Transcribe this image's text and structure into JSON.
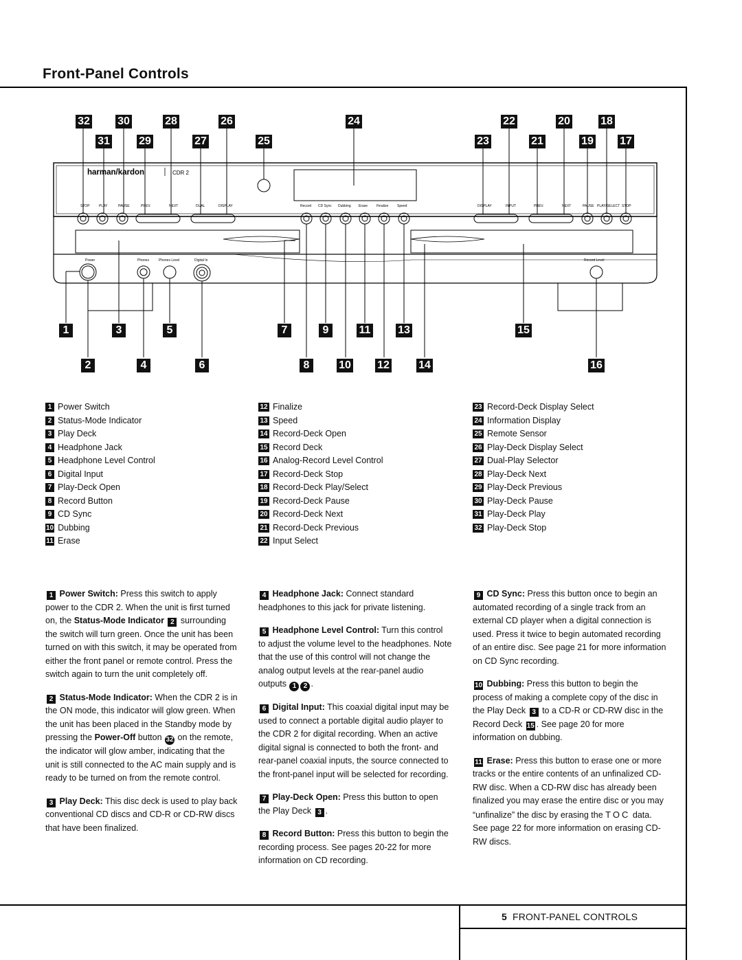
{
  "page": {
    "title": "Front-Panel Controls",
    "footer_num": "5",
    "footer_text": "FRONT-PANEL CONTROLS"
  },
  "diagram": {
    "brand": "harman/kardon",
    "model": "CDR 2",
    "left_buttons": [
      "STOP",
      "PLAY",
      "PAUSE",
      "PREV.",
      "NEXT",
      "DUAL",
      "DISPLAY"
    ],
    "center_buttons": [
      "Record",
      "CD Sync",
      "Dubbing",
      "Erase",
      "Finalize",
      "Speed"
    ],
    "right_buttons": [
      "DISPLAY",
      "INPUT",
      "PREV.",
      "NEXT",
      "PAUSE",
      "PLAY/SELECT",
      "STOP"
    ],
    "bottom_left": [
      "Power",
      "Phones",
      "Phones Level",
      "Digital In"
    ],
    "record_level": "Record Level",
    "callouts_top": [
      "32",
      "30",
      "28",
      "26",
      "24",
      "22",
      "20",
      "18"
    ],
    "callouts_top2": [
      "31",
      "29",
      "27",
      "25",
      "23",
      "21",
      "19",
      "17"
    ],
    "callouts_bot1": [
      "1",
      "3",
      "5",
      "7",
      "9",
      "11",
      "13",
      "15"
    ],
    "callouts_bot2": [
      "2",
      "4",
      "6",
      "8",
      "10",
      "12",
      "14",
      "16"
    ]
  },
  "legend": {
    "col1": [
      {
        "n": "1",
        "t": "Power Switch"
      },
      {
        "n": "2",
        "t": "Status-Mode Indicator"
      },
      {
        "n": "3",
        "t": "Play Deck"
      },
      {
        "n": "4",
        "t": "Headphone Jack"
      },
      {
        "n": "5",
        "t": "Headphone Level Control"
      },
      {
        "n": "6",
        "t": "Digital Input"
      },
      {
        "n": "7",
        "t": "Play-Deck Open"
      },
      {
        "n": "8",
        "t": "Record Button"
      },
      {
        "n": "9",
        "t": "CD Sync"
      },
      {
        "n": "10",
        "t": "Dubbing"
      },
      {
        "n": "11",
        "t": "Erase"
      }
    ],
    "col2": [
      {
        "n": "12",
        "t": "Finalize"
      },
      {
        "n": "13",
        "t": "Speed"
      },
      {
        "n": "14",
        "t": "Record-Deck Open"
      },
      {
        "n": "15",
        "t": "Record Deck"
      },
      {
        "n": "16",
        "t": "Analog-Record Level Control"
      },
      {
        "n": "17",
        "t": "Record-Deck Stop"
      },
      {
        "n": "18",
        "t": "Record-Deck Play/Select"
      },
      {
        "n": "19",
        "t": "Record-Deck Pause"
      },
      {
        "n": "20",
        "t": "Record-Deck Next"
      },
      {
        "n": "21",
        "t": "Record-Deck Previous"
      },
      {
        "n": "22",
        "t": "Input Select"
      }
    ],
    "col3": [
      {
        "n": "23",
        "t": "Record-Deck Display Select"
      },
      {
        "n": "24",
        "t": "Information Display"
      },
      {
        "n": "25",
        "t": "Remote Sensor"
      },
      {
        "n": "26",
        "t": "Play-Deck Display Select"
      },
      {
        "n": "27",
        "t": "Dual-Play Selector"
      },
      {
        "n": "28",
        "t": "Play-Deck Next"
      },
      {
        "n": "29",
        "t": "Play-Deck Previous"
      },
      {
        "n": "30",
        "t": "Play-Deck Pause"
      },
      {
        "n": "31",
        "t": "Play-Deck Play"
      },
      {
        "n": "32",
        "t": "Play-Deck Stop"
      }
    ]
  },
  "text": {
    "c1p1_hd": "Power Switch:",
    "c1p1_a": " Press this switch to apply power to the CDR 2. When the unit is first turned on, the ",
    "c1p1_bold": "Status-Mode Indicator",
    "c1p1_b": " surrounding the switch will turn green. Once the unit has been turned on with this switch, it may be operated from either the front panel or remote control. Press the switch again to turn the unit completely off.",
    "c1p2_hd": "Status-Mode Indicator:",
    "c1p2_a": " When the CDR 2 is in the ON mode, this indicator will glow green. When the unit has been placed in the Standby mode by pressing the ",
    "c1p2_bold": "Power-Off",
    "c1p2_b": " button ",
    "c1p2_c": " on the remote, the indicator will glow amber, indicating that the unit is still connected to the AC main supply and is ready to be turned on from the remote control.",
    "c1p3_hd": "Play Deck:",
    "c1p3_a": " This disc deck is used to play back conventional CD discs and CD-R or CD-RW discs that have been finalized.",
    "c2p1_hd": "Headphone Jack:",
    "c2p1_a": " Connect standard headphones to this jack for private listening.",
    "c2p2_hd": "Headphone Level Control:",
    "c2p2_a": " Turn this control to adjust the volume level to the headphones. Note that the use of this control will not change the analog output levels at the rear-panel audio outputs ",
    "c2p3_hd": "Digital Input:",
    "c2p3_a": " This coaxial digital input may be used to connect a portable digital audio player to the CDR 2 for digital recording. When an active digital signal is connected to both the front- and rear-panel coaxial inputs, the source connected to the front-panel input will be selected for recording.",
    "c2p4_hd": "Play-Deck Open:",
    "c2p4_a": " Press this button to open the Play Deck ",
    "c2p5_hd": "Record Button:",
    "c2p5_a": " Press this button to begin the recording process. See pages 20-22 for more information on CD recording.",
    "c3p1_hd": "CD Sync:",
    "c3p1_a": " Press this button once to begin an automated recording of a single track from an external CD player when a digital connection is used. Press it twice to begin automated recording of an entire disc. See page 21 for more information on CD Sync recording.",
    "c3p2_hd": "Dubbing:",
    "c3p2_a": " Press this button to begin the process of making a complete copy of the disc in the Play Deck ",
    "c3p2_b": " to a CD-R or CD-RW disc in the Record Deck ",
    "c3p2_c": ". See page 20 for more information on dubbing.",
    "c3p3_hd": "Erase:",
    "c3p3_a": " Press this button to erase one or more tracks or the entire contents of an unfinalized CD-RW disc. When a CD-RW disc has already been finalized you may erase the entire disc or you may “unfinalize” the disc by erasing the ",
    "c3p3_toc": "TOC",
    "c3p3_b": " data. See page 22 for more information on erasing CD-RW discs."
  }
}
